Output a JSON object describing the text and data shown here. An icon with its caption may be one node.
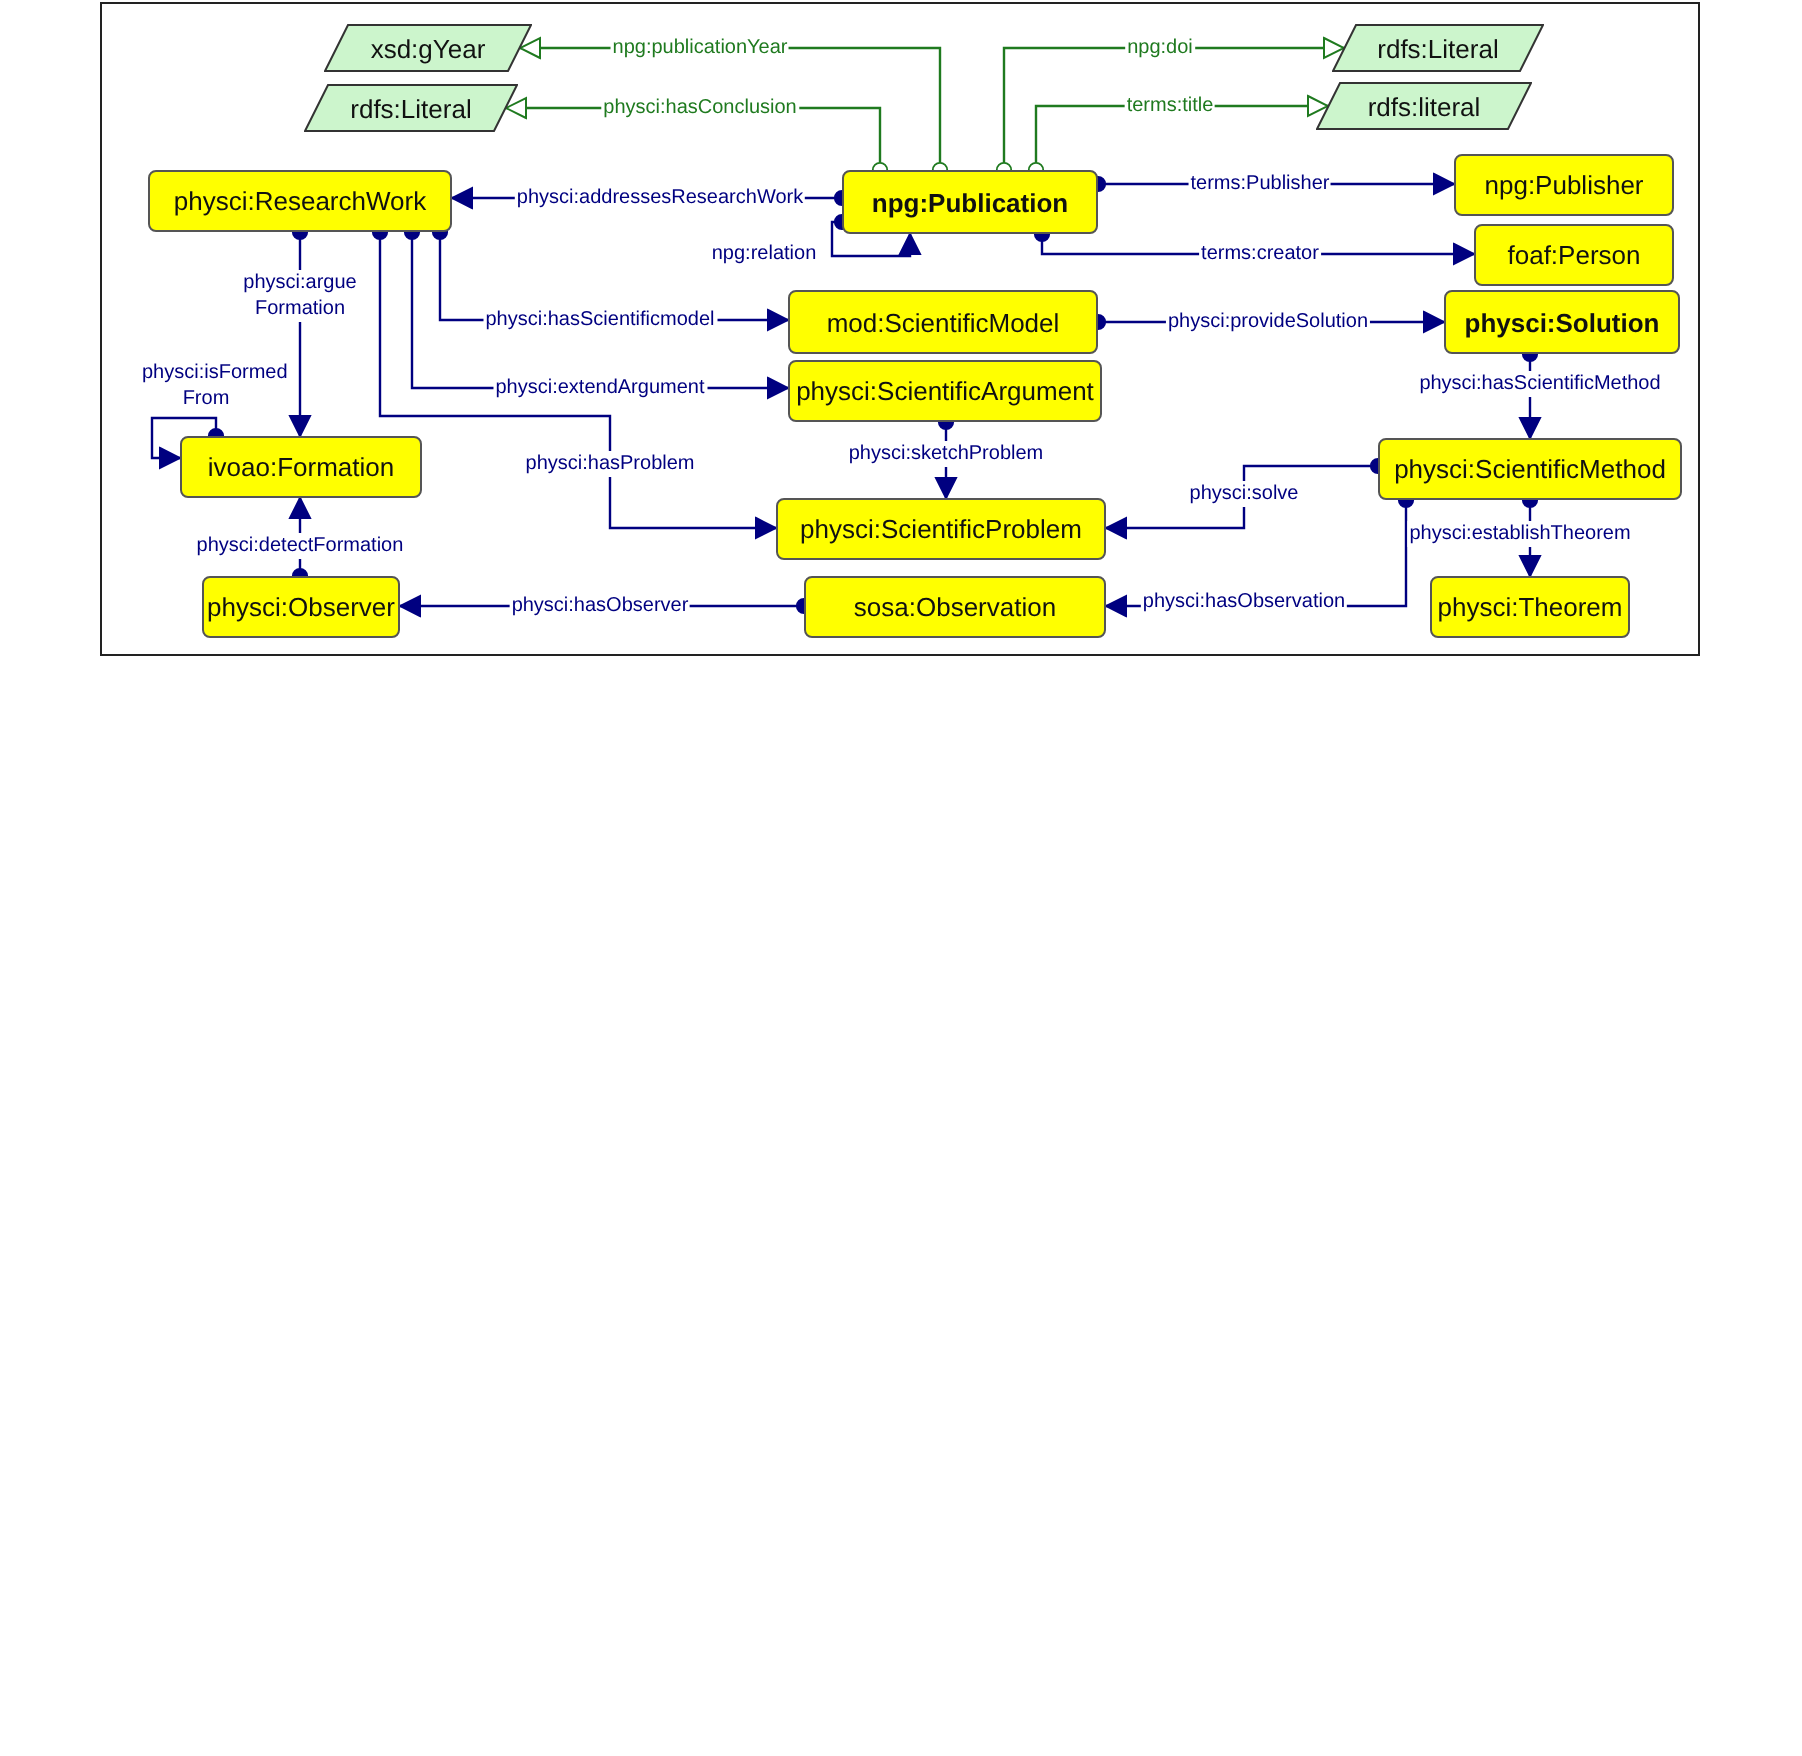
{
  "diagram": {
    "nodes": [
      {
        "text": [
          "xsd:gYear"
        ]
      },
      {
        "text": [
          "rdfs:Literal"
        ]
      },
      {
        "text": [
          "rdfs:Literal"
        ]
      },
      {
        "text": [
          "rdfs:literal"
        ]
      },
      {
        "text": [
          "npg:Publication"
        ]
      },
      {
        "text": [
          "physci:ResearchWork"
        ]
      },
      {
        "text": [
          "npg:Publisher"
        ]
      },
      {
        "text": [
          "foaf:Person"
        ]
      },
      {
        "text": [
          "mod:ScientificModel"
        ]
      },
      {
        "text": [
          "physci:Solution"
        ]
      },
      {
        "text": [
          "physci:ScientificArgument"
        ]
      },
      {
        "text": [
          "ivoao:Formation"
        ]
      },
      {
        "text": [
          "physci:ScientificMethod"
        ]
      },
      {
        "text": [
          "physci:ScientificProblem"
        ]
      },
      {
        "text": [
          "physci:Observer"
        ]
      },
      {
        "text": [
          "sosa:Observation"
        ]
      },
      {
        "text": [
          "physci:Theorem"
        ]
      }
    ],
    "edges": [
      {
        "from": 4,
        "to": 0,
        "arrow": "to",
        "label": "npg:publicationYear",
        "color": "#1f7a1f"
      },
      {
        "from": 4,
        "to": 1,
        "arrow": "to",
        "label": "physci:hasConclusion",
        "color": "#1f7a1f"
      },
      {
        "from": 4,
        "to": 2,
        "arrow": "to",
        "label": "npg:doi",
        "color": "#1f7a1f"
      },
      {
        "from": 4,
        "to": 3,
        "arrow": "to",
        "label": "terms:title",
        "color": "#1f7a1f"
      },
      {
        "from": 4,
        "to": 5,
        "arrow": "to",
        "label": "physci:addressesResearchWork"
      },
      {
        "from": 4,
        "to": 4,
        "arrow": "to",
        "label": "npg:relation"
      },
      {
        "from": 4,
        "to": 6,
        "arrow": "to",
        "label": "terms:Publisher"
      },
      {
        "from": 4,
        "to": 7,
        "arrow": "to",
        "label": "terms:creator"
      },
      {
        "from": 5,
        "to": 8,
        "arrow": "to",
        "label": "physci:hasScientificmodel"
      },
      {
        "from": 5,
        "to": 10,
        "arrow": "to",
        "label": "physci:extendArgument"
      },
      {
        "from": 5,
        "to": 13,
        "arrow": "to",
        "label": "physci:hasProblem"
      },
      {
        "from": 5,
        "to": 11,
        "arrow": "to",
        "label": "physci:argue Formation"
      },
      {
        "from": 11,
        "to": 11,
        "arrow": "to",
        "label": "physci:isFormed From"
      },
      {
        "from": 14,
        "to": 11,
        "arrow": "to",
        "label": "physci:detectFormation"
      },
      {
        "from": 15,
        "to": 14,
        "arrow": "to",
        "label": "physci:hasObserver"
      },
      {
        "from": 8,
        "to": 9,
        "arrow": "to",
        "label": "physci:provideSolution"
      },
      {
        "from": 9,
        "to": 12,
        "arrow": "to",
        "label": "physci:hasScientificMethod"
      },
      {
        "from": 10,
        "to": 13,
        "arrow": "to",
        "label": "physci:sketchProblem"
      },
      {
        "from": 12,
        "to": 13,
        "arrow": "to",
        "label": "physci:solve"
      },
      {
        "from": 12,
        "to": 16,
        "arrow": "to",
        "label": "physci:establishTheorem"
      },
      {
        "from": 12,
        "to": 15,
        "arrow": "to",
        "label": "physci:hasObservation"
      }
    ]
  }
}
